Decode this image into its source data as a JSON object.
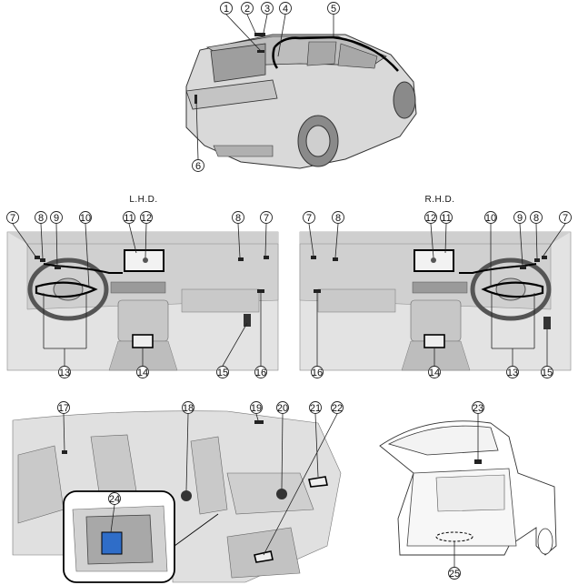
{
  "captions": {
    "lhd": "L.H.D.",
    "rhd": "R.H.D."
  },
  "callouts": {
    "c1": "1",
    "c2": "2",
    "c3": "3",
    "c4": "4",
    "c5": "5",
    "c6": "6",
    "l7a": "7",
    "l8a": "8",
    "l9": "9",
    "l10": "10",
    "l11": "11",
    "l12": "12",
    "l8b": "8",
    "l7b": "7",
    "l13": "13",
    "l14": "14",
    "l15": "15",
    "l16": "16",
    "r7a": "7",
    "r8a": "8",
    "r12": "12",
    "r11": "11",
    "r10": "10",
    "r9": "9",
    "r8b": "8",
    "r7b": "7",
    "r16": "16",
    "r14": "14",
    "r13": "13",
    "r15": "15",
    "c17": "17",
    "c18": "18",
    "c19": "19",
    "c20": "20",
    "c21": "21",
    "c22": "22",
    "c23": "23",
    "c24": "24",
    "c25": "25"
  }
}
